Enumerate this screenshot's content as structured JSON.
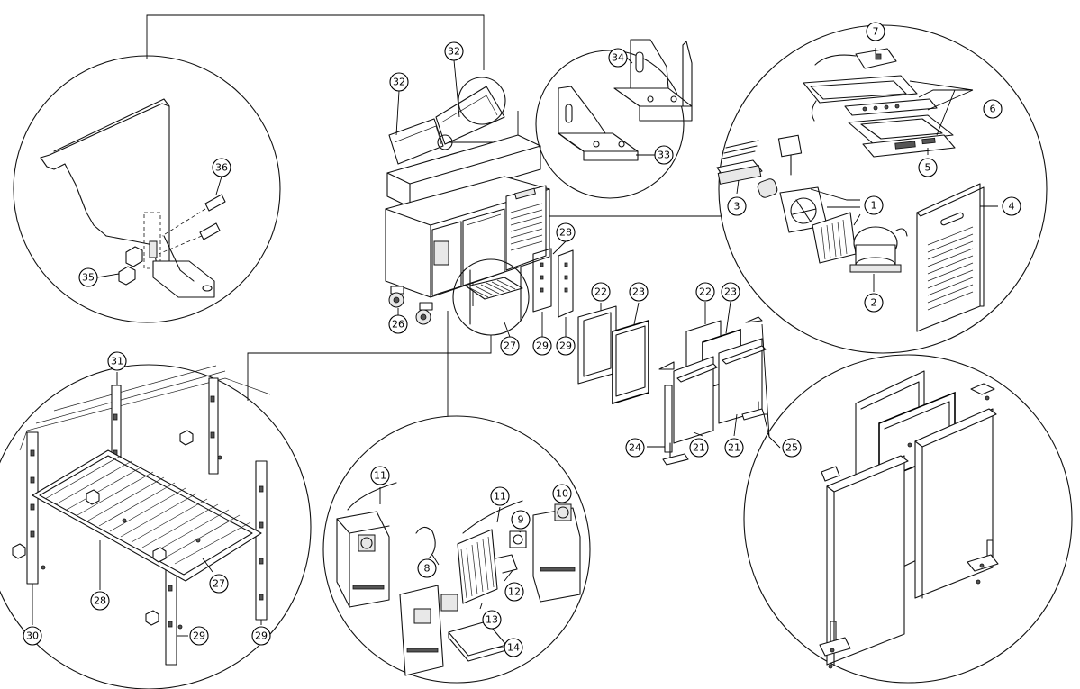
{
  "callouts": [
    {
      "label": "1"
    },
    {
      "label": "2"
    },
    {
      "label": "3"
    },
    {
      "label": "4"
    },
    {
      "label": "5"
    },
    {
      "label": "6"
    },
    {
      "label": "7"
    },
    {
      "label": "8"
    },
    {
      "label": "9"
    },
    {
      "label": "10"
    },
    {
      "label": "11"
    },
    {
      "label": "11"
    },
    {
      "label": "12"
    },
    {
      "label": "13"
    },
    {
      "label": "14"
    },
    {
      "label": "21"
    },
    {
      "label": "21"
    },
    {
      "label": "22"
    },
    {
      "label": "22"
    },
    {
      "label": "23"
    },
    {
      "label": "23"
    },
    {
      "label": "24"
    },
    {
      "label": "25"
    },
    {
      "label": "26"
    },
    {
      "label": "27"
    },
    {
      "label": "27"
    },
    {
      "label": "28"
    },
    {
      "label": "28"
    },
    {
      "label": "29"
    },
    {
      "label": "29"
    },
    {
      "label": "29"
    },
    {
      "label": "29"
    },
    {
      "label": "30"
    },
    {
      "label": "31"
    },
    {
      "label": "32"
    },
    {
      "label": "32"
    },
    {
      "label": "33"
    },
    {
      "label": "34"
    },
    {
      "label": "35"
    },
    {
      "label": "36"
    }
  ]
}
